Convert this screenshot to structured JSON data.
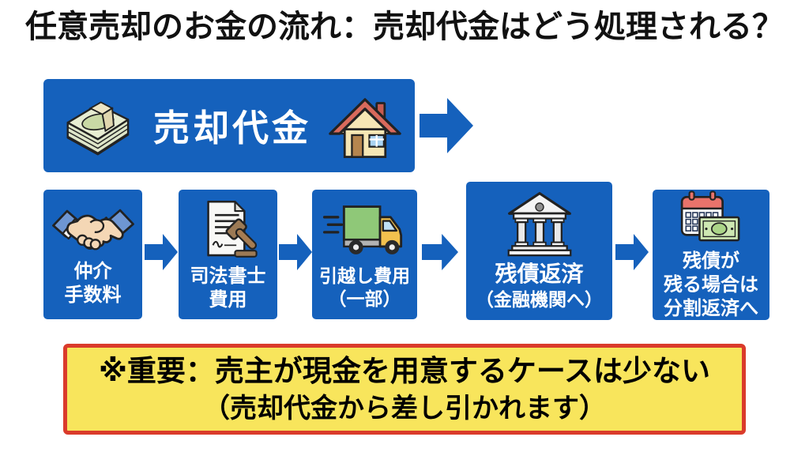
{
  "title": "任意売却のお金の流れ：売却代金はどう処理される？",
  "colors": {
    "primary_blue": "#1561BC",
    "note_background_yellow": "#F8E55C",
    "note_border_red": "#DA3B2B",
    "step_text_white": "#FFFFFF",
    "title_text_black": "#111111"
  },
  "source_banner": {
    "label": "売却代金",
    "left_icon": "money-stack-icon",
    "right_icon": "house-icon"
  },
  "flow_steps": [
    {
      "icon": "handshake-icon",
      "label_lines": [
        "仲介",
        "手数料"
      ]
    },
    {
      "icon": "legal-document-gavel-icon",
      "label_lines": [
        "司法書士",
        "費用"
      ]
    },
    {
      "icon": "moving-truck-icon",
      "label_lines": [
        "引越し費用",
        "（一部）"
      ]
    },
    {
      "icon": "bank-icon",
      "label_lines": [
        "残債返済",
        "（金融機関へ）"
      ]
    },
    {
      "icon": "calendar-money-icon",
      "label_lines": [
        "残債が",
        "残る場合は",
        "分割返済へ"
      ]
    }
  ],
  "note": {
    "line1": "※重要：売主が現金を用意するケースは少ない",
    "line2": "（売却代金から差し引かれます）"
  }
}
